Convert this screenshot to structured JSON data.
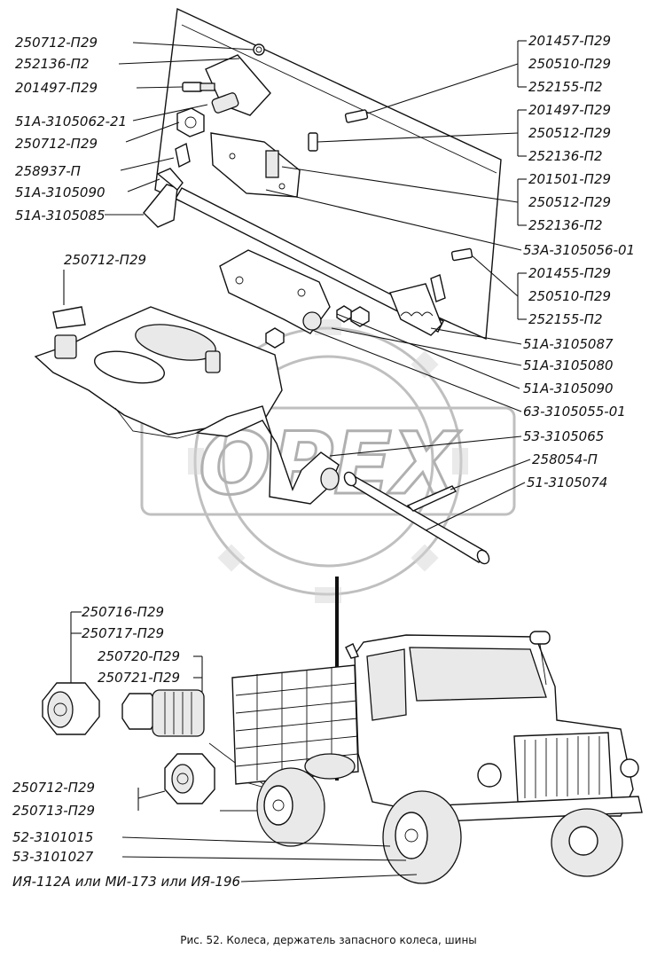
{
  "caption": "Рис. 52. Колеса, держатель запасного колеса, шины",
  "watermark_logo": "OPEX",
  "labels_left": [
    "250712-П29",
    "252136-П2",
    "201497-П29",
    "51А-3105062-21",
    "250712-П29",
    "258937-П",
    "51А-3105090",
    "51А-3105085",
    "250712-П29"
  ],
  "labels_right": [
    "201457-П29",
    "250510-П29",
    "252155-П2",
    "201497-П29",
    "250512-П29",
    "252136-П2",
    "201501-П29",
    "250512-П29",
    "252136-П2",
    "53А-3105056-01",
    "201455-П29",
    "250510-П29",
    "252155-П2",
    "51А-3105087",
    "51А-3105080",
    "51А-3105090",
    "63-3105055-01",
    "53-3105065",
    "258054-П",
    "51-3105074"
  ],
  "labels_wheel": [
    "250716-П29",
    "250717-П29",
    "250720-П29",
    "250721-П29",
    "250712-П29",
    "250713-П29",
    "52-3101015",
    "53-3101027",
    "ИЯ-112А или МИ-173 или ИЯ-196"
  ]
}
